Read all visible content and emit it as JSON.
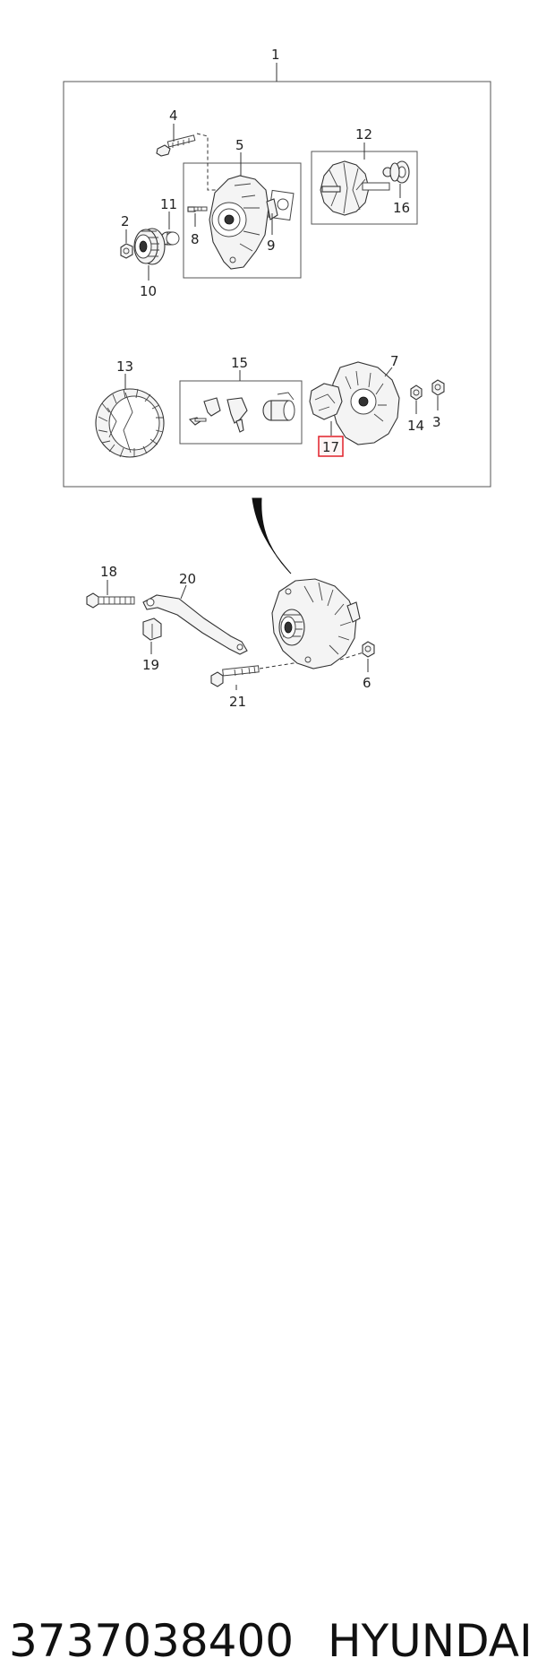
{
  "callouts": {
    "c1": "1",
    "c2": "2",
    "c3": "3",
    "c4": "4",
    "c5": "5",
    "c6": "6",
    "c7": "7",
    "c8": "8",
    "c9": "9",
    "c10": "10",
    "c11": "11",
    "c12": "12",
    "c13": "13",
    "c14": "14",
    "c15": "15",
    "c16": "16",
    "c17": "17",
    "c18": "18",
    "c19": "19",
    "c20": "20",
    "c21": "21"
  },
  "highlight": {
    "callout": "17",
    "color": "#e0202a"
  },
  "footer": {
    "part_number": "3737038400",
    "brand": "HYUNDAI"
  }
}
